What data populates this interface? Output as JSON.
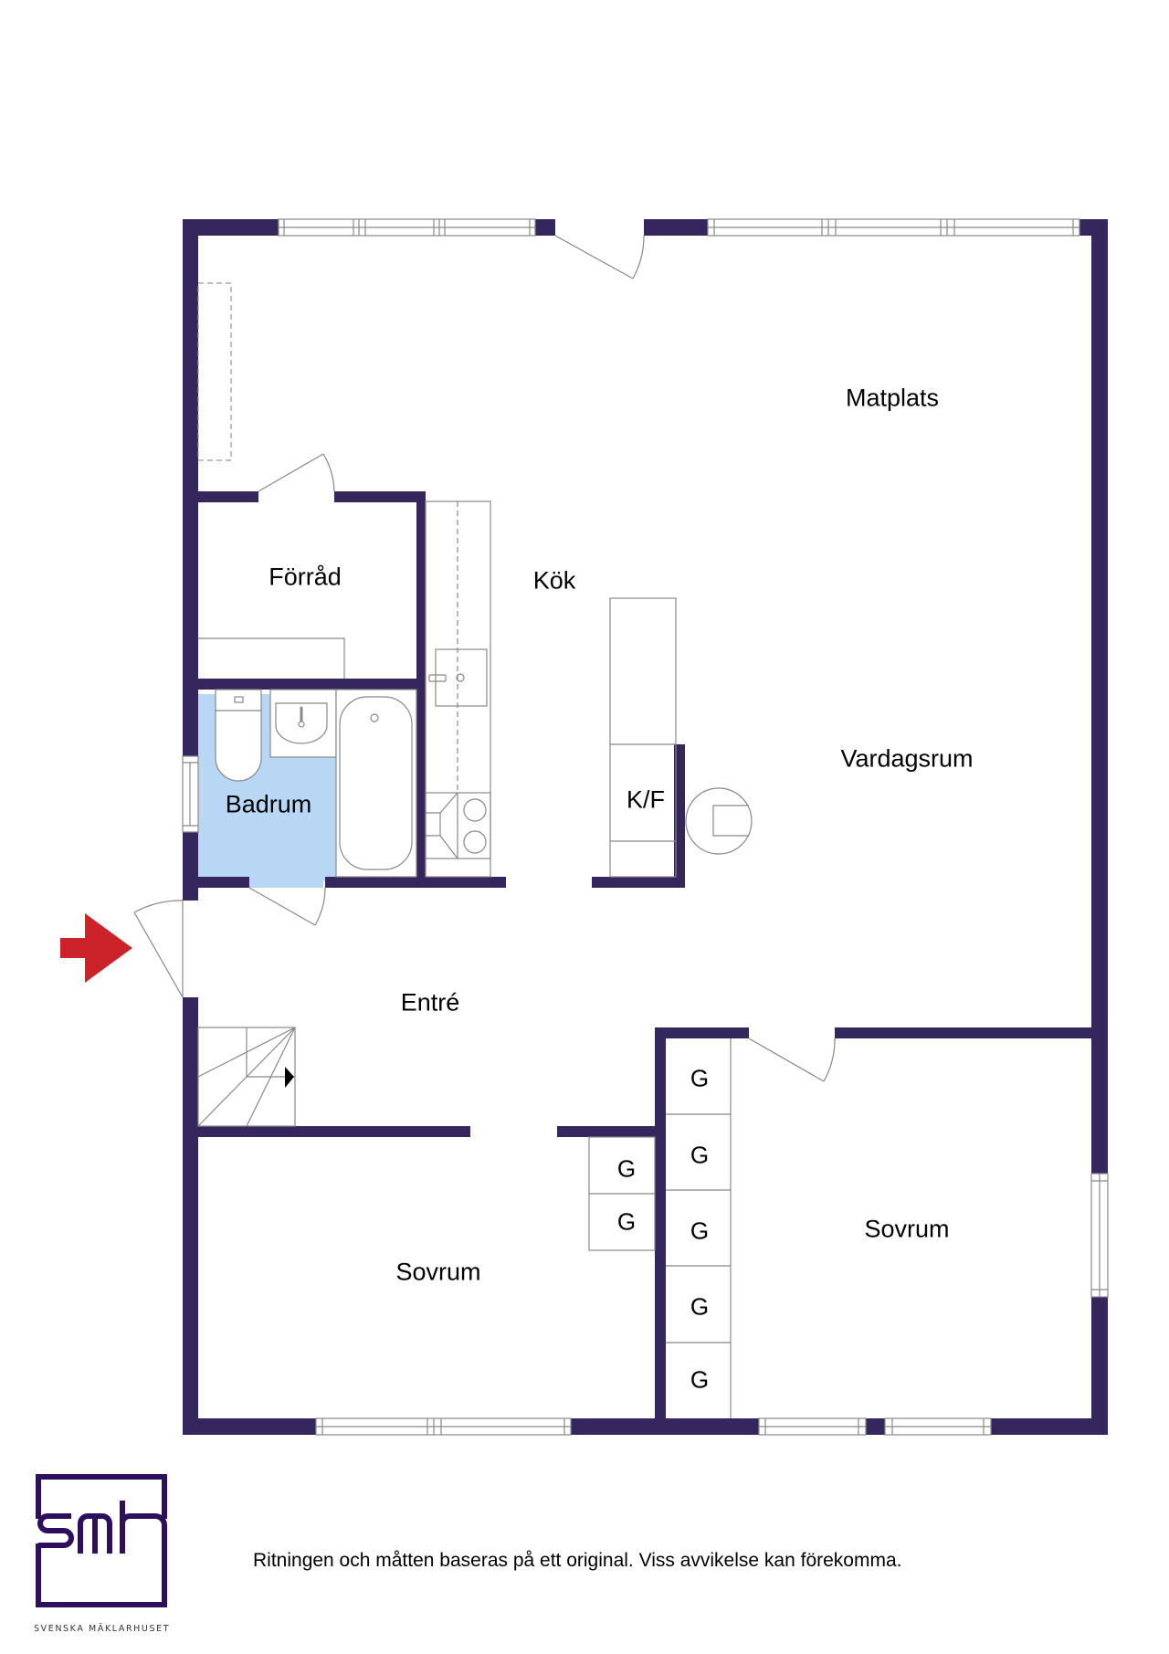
{
  "colors": {
    "wall": "#35275e",
    "bathroom_fill": "#b8d7f5",
    "entry_arrow": "#cc2229",
    "fixture_line": "#888888",
    "logo": "#2e0f5c"
  },
  "rooms": {
    "matplats": "Matplats",
    "kok": "Kök",
    "forrad": "Förråd",
    "badrum": "Badrum",
    "kf": "K/F",
    "vardagsrum": "Vardagsrum",
    "entre": "Entré",
    "sovrum_left": "Sovrum",
    "sovrum_right": "Sovrum"
  },
  "wardrobes": {
    "label": "G",
    "left_column": [
      "G",
      "G"
    ],
    "right_column": [
      "G",
      "G",
      "G",
      "G",
      "G"
    ]
  },
  "icons": {
    "entry": "entry-arrow-icon",
    "stairs_direction": "stairs-arrow-icon"
  },
  "footer": {
    "note": "Ritningen och måtten baseras på ett original. Viss avvikelse kan förekomma.",
    "logo_text": "smh",
    "logo_tagline": "SVENSKA MÄKLARHUSET"
  }
}
